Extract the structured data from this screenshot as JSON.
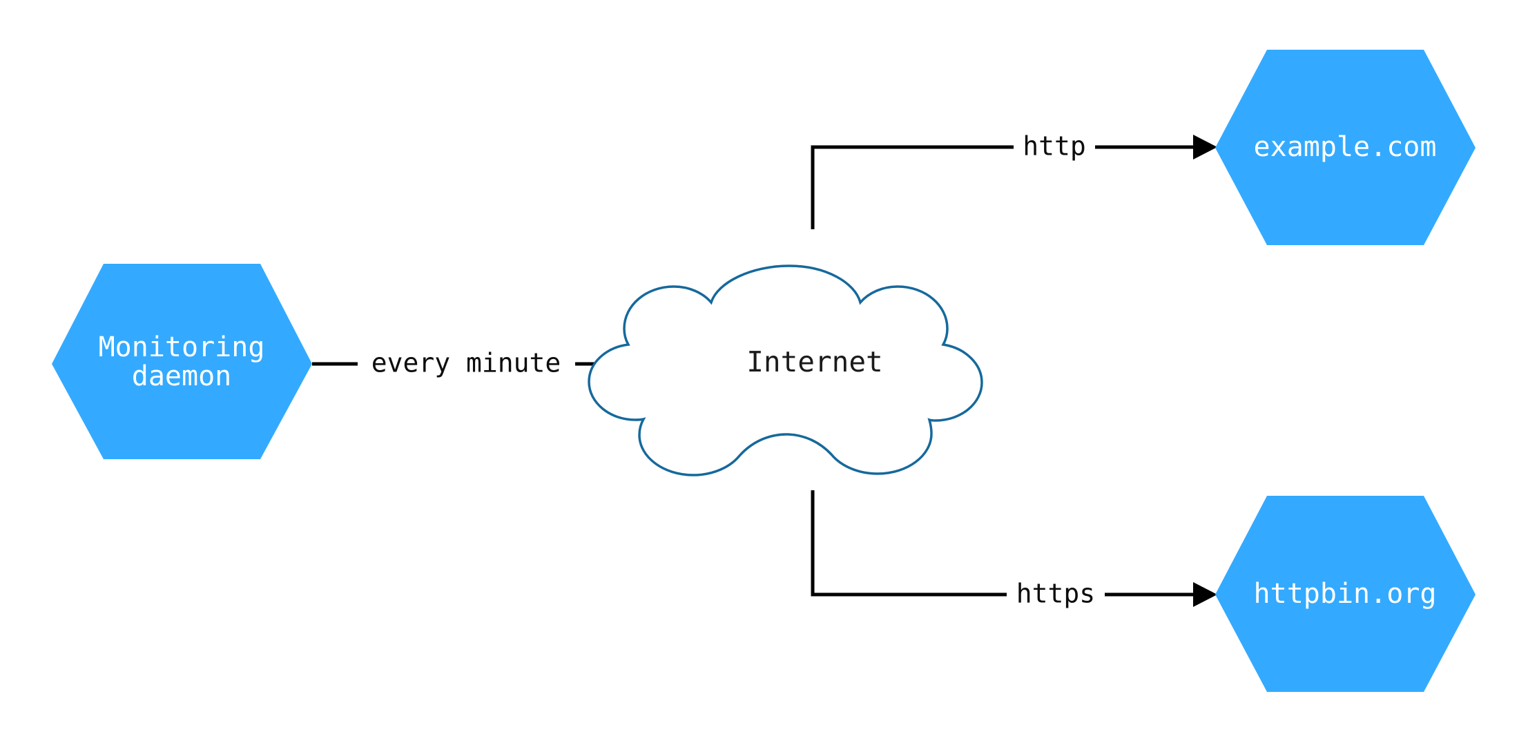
{
  "diagram": {
    "type": "network-flow-diagram",
    "background_color": "#ffffff",
    "node_fill_color": "#33aaff",
    "node_text_color": "#ffffff",
    "cloud_stroke_color": "#15699c",
    "cloud_fill_color": "#ffffff",
    "cloud_text_color": "#1a1a1a",
    "edge_color": "#000000",
    "nodes": {
      "monitoring_daemon": {
        "shape": "hexagon",
        "line1": "Monitoring",
        "line2": "daemon"
      },
      "internet": {
        "shape": "cloud",
        "label": "Internet"
      },
      "example_com": {
        "shape": "hexagon",
        "label": "example.com"
      },
      "httpbin_org": {
        "shape": "hexagon",
        "label": "httpbin.org"
      }
    },
    "edges": [
      {
        "id": "daemon-to-internet",
        "label": "every minute",
        "from": "monitoring_daemon",
        "to": "internet",
        "arrow": "to-internet"
      },
      {
        "id": "internet-to-example",
        "label": "http",
        "from": "internet",
        "to": "example_com",
        "arrow": "to-example-com"
      },
      {
        "id": "internet-to-httpbin",
        "label": "https",
        "from": "internet",
        "to": "httpbin_org",
        "arrow": "to-httpbin-org"
      }
    ]
  }
}
